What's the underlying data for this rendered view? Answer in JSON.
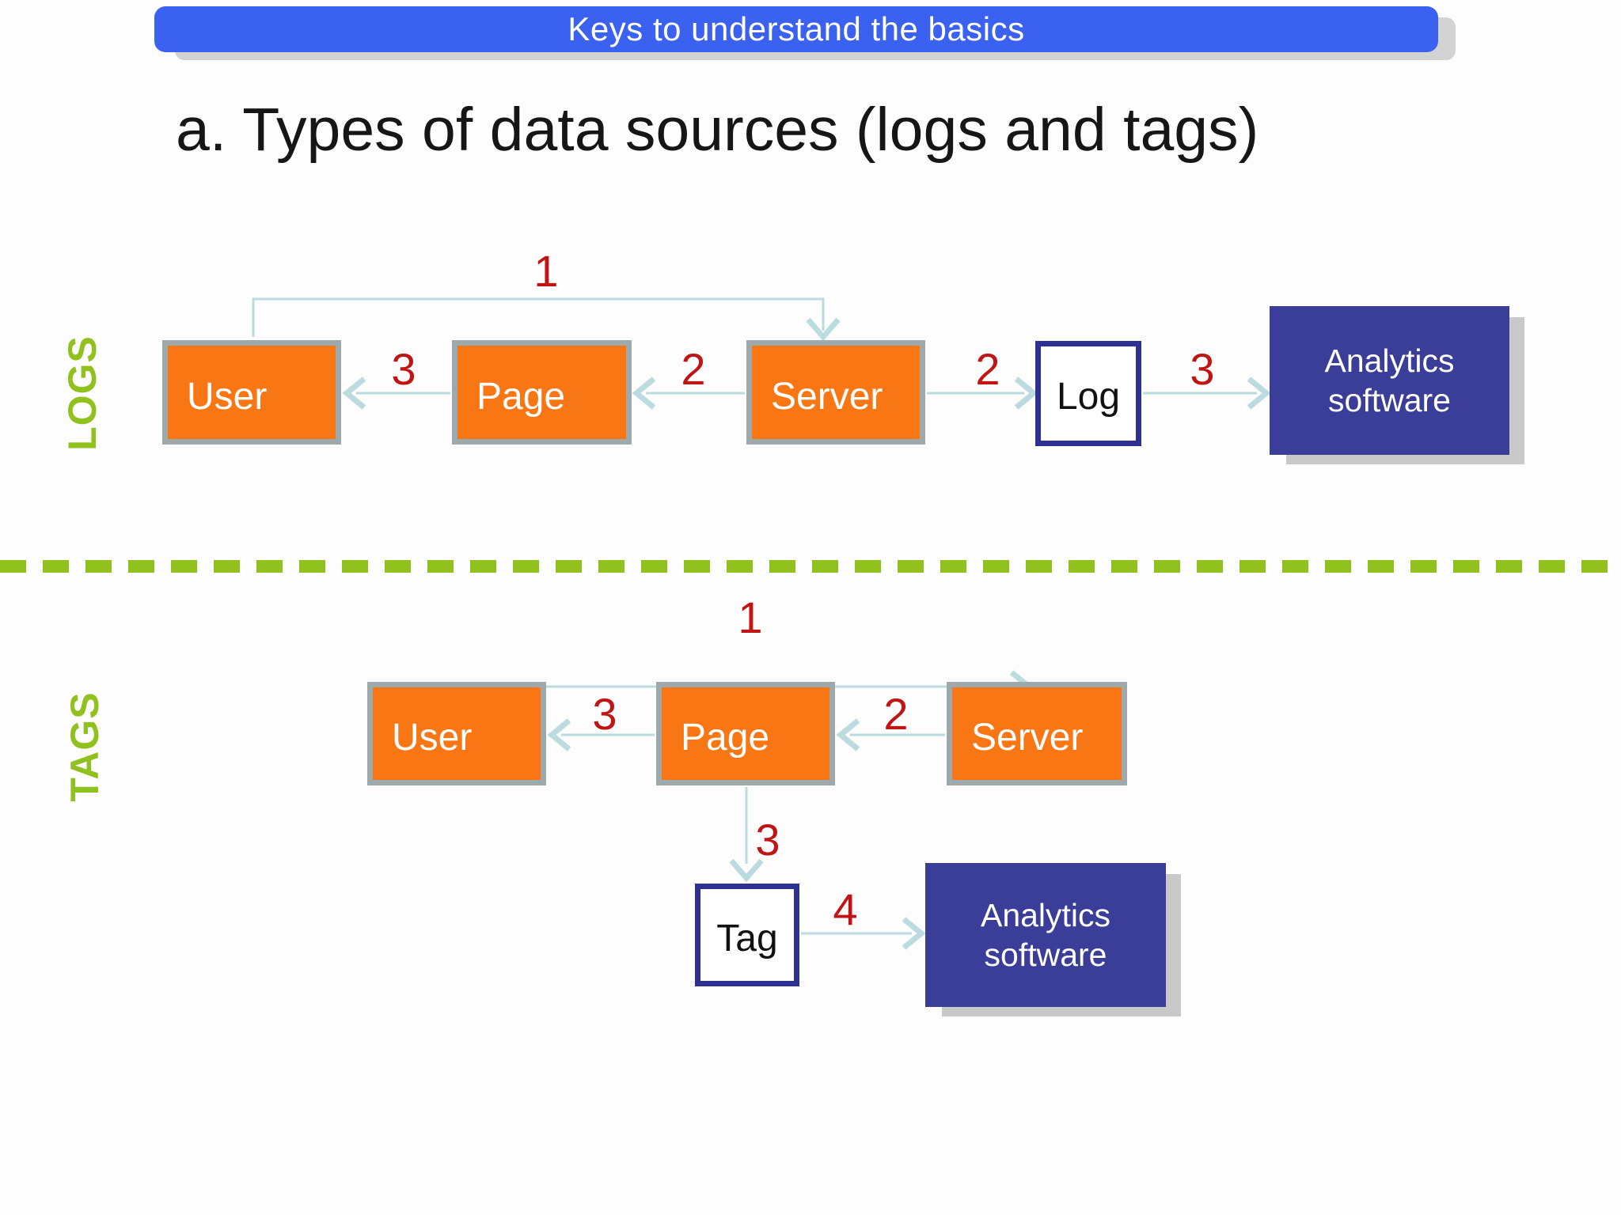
{
  "banner": {
    "title": "Keys to understand the basics"
  },
  "slide_title": "a. Types of data sources (logs and tags)",
  "logs": {
    "section_label": "LOGS",
    "nodes": {
      "user": "User",
      "page": "Page",
      "server": "Server",
      "log": "Log",
      "analytics": "Analytics software"
    },
    "steps": {
      "request": "1",
      "server_to_page": "2",
      "page_to_user": "3",
      "server_to_log": "2",
      "log_to_analytics": "3"
    }
  },
  "tags": {
    "section_label": "TAGS",
    "nodes": {
      "user": "User",
      "page": "Page",
      "server": "Server",
      "tag": "Tag",
      "analytics": "Analytics software"
    },
    "steps": {
      "request": "1",
      "server_to_page": "2",
      "page_to_user": "3",
      "page_to_tag": "3",
      "tag_to_analytics": "4"
    }
  },
  "colors": {
    "banner_blue": "#3b61f1",
    "node_orange": "#f87613",
    "node_border_gray": "#9ea9ac",
    "io_border_navy": "#2e3192",
    "analytics_indigo": "#3a3e99",
    "arrow_blue": "#bcdbe0",
    "step_red": "#c01515",
    "divider_green": "#91c11e"
  }
}
